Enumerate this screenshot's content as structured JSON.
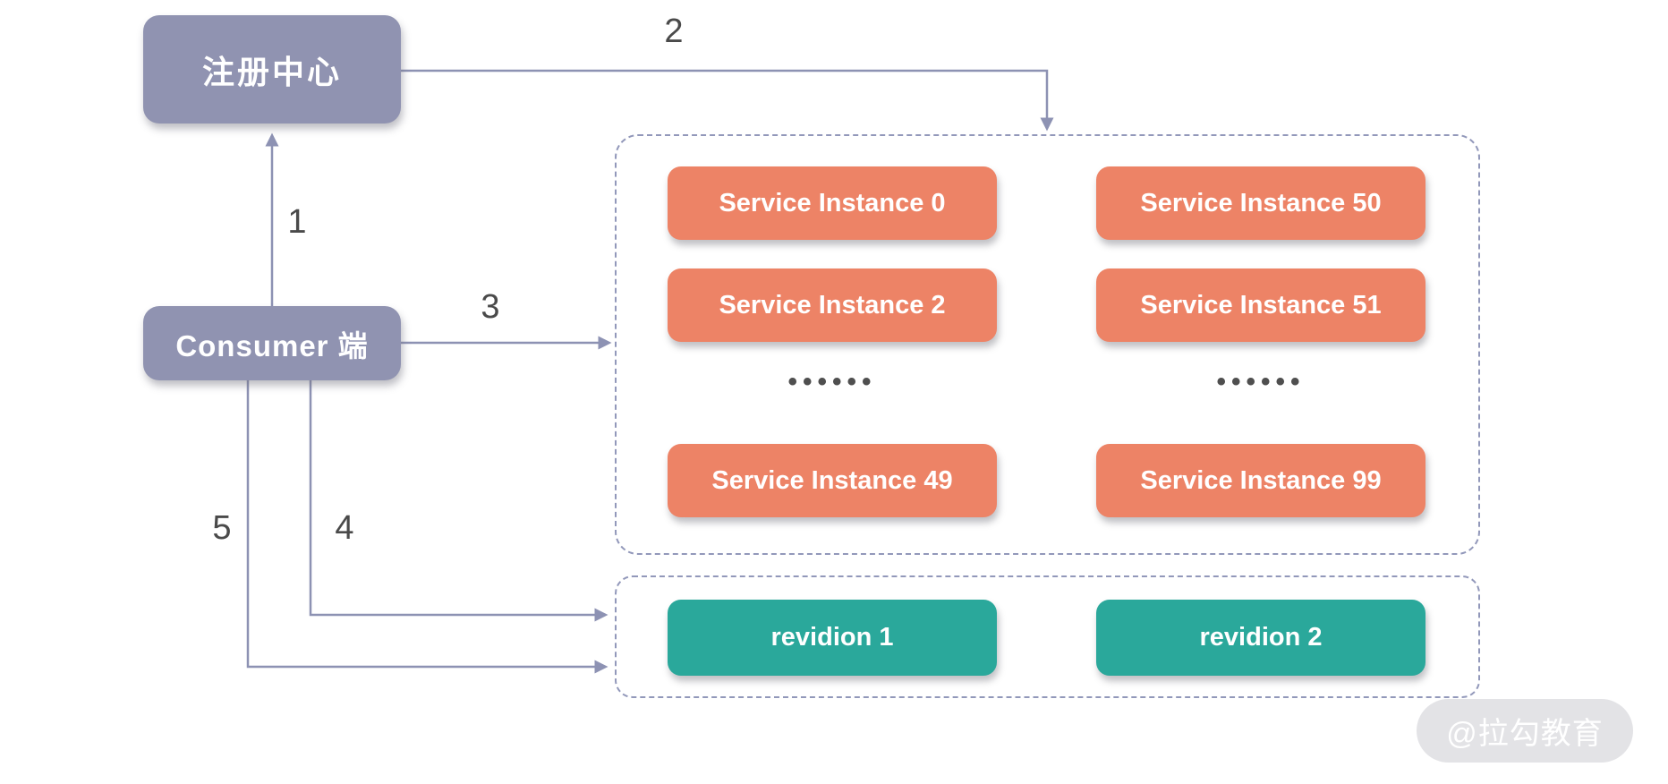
{
  "diagram": {
    "registry": {
      "label": "注册中心"
    },
    "consumer": {
      "label": "Consumer 端"
    },
    "steps": [
      "1",
      "2",
      "3",
      "4",
      "5"
    ],
    "service_cluster": {
      "left_column": [
        "Service Instance 0",
        "Service Instance 2",
        "Service Instance 49"
      ],
      "right_column": [
        "Service Instance 50",
        "Service Instance 51",
        "Service Instance 99"
      ],
      "ellipsis_left": "••••••",
      "ellipsis_right": "••••••"
    },
    "revision_cluster": {
      "items": [
        "revidion 1",
        "revidion 2"
      ]
    },
    "watermark": "@拉勾教育",
    "colors": {
      "node_fill": "#9093b1",
      "service_fill": "#ed8366",
      "revision_fill": "#2aa89b",
      "connector": "#8d92b3",
      "dashed_border": "#9298ba",
      "step_label": "#4a4a4a",
      "watermark_bg": "#e3e3e6"
    }
  }
}
